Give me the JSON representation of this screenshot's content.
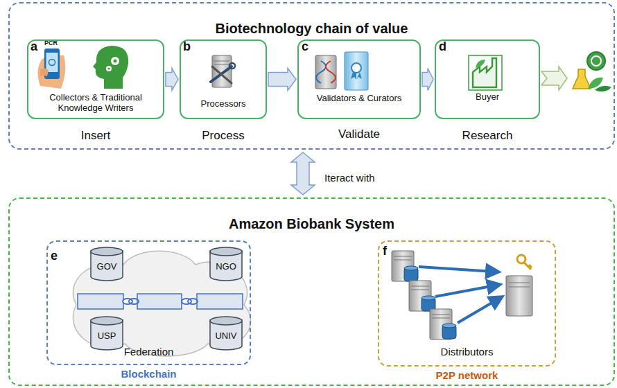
{
  "diagram": {
    "nodes": [
      {
        "text": [
          "Biotechnology chain of value"
        ]
      },
      {
        "text": [
          "Collectors & Traditional Knowledge Writers",
          "Insert"
        ],
        "in": 0
      },
      {
        "text": [
          "Processors",
          "Process"
        ],
        "in": 0
      },
      {
        "text": [
          "Validators & Curators",
          "Validate"
        ],
        "in": 0
      },
      {
        "text": [
          "Buyer",
          "Research"
        ],
        "in": 0
      },
      {
        "text": [
          "Amazon Biobank System"
        ]
      },
      {
        "text": [
          "Federation",
          "Blockchain"
        ],
        "in": 5
      },
      {
        "text": [
          "GOV"
        ],
        "in": 6
      },
      {
        "text": [
          "NGO"
        ],
        "in": 6
      },
      {
        "text": [
          "USP"
        ],
        "in": 6
      },
      {
        "text": [
          "UNIV"
        ],
        "in": 6
      },
      {
        "text": [
          "Distributors",
          "P2P network"
        ],
        "in": 5
      }
    ],
    "edges": [
      {
        "from": 1,
        "to": 2,
        "arrow": "to"
      },
      {
        "from": 2,
        "to": 3,
        "arrow": "to"
      },
      {
        "from": 3,
        "to": 4,
        "arrow": "to"
      },
      {
        "from": 0,
        "to": 5,
        "label": "Iteract with",
        "arrow": "both"
      }
    ],
    "labels": [
      "a",
      "b",
      "c",
      "d",
      "PCR",
      "e",
      "f"
    ]
  }
}
